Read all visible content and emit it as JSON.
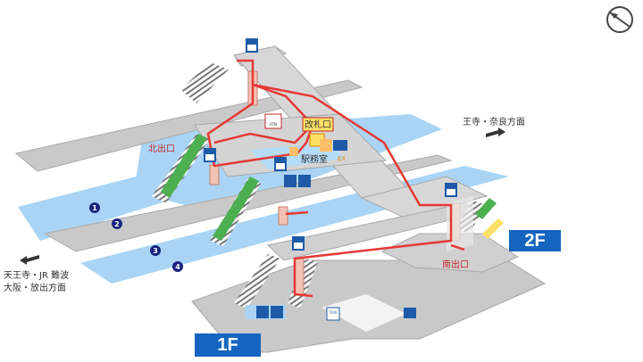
{
  "labels": {
    "north_exit": "北出口",
    "south_exit": "南出口",
    "ticket_gate": "改札口",
    "station_office": "駅務室",
    "direction_oji_nara": "王寺・奈良方面",
    "direction_tennoji_line1": "天王寺・JR 難波",
    "direction_tennoji_line2": "大阪・放出方面"
  },
  "platforms": [
    "1",
    "2",
    "3",
    "4"
  ],
  "floors": {
    "upper": "2F",
    "lower": "1F"
  },
  "icon_texts": {
    "atm": "ATM",
    "taxi": "TAXI",
    "ex": "EX"
  },
  "colors": {
    "track_blue": "#a9d4f5",
    "floor_gray": "#c9c9c9",
    "route_red": "#e53935",
    "badge_blue": "#1565c0",
    "platform_number": "#1a237e",
    "elevator_blue": "#1e5aa8",
    "escalator_green": "#4caf50",
    "gate_yellow": "#ffe066"
  }
}
